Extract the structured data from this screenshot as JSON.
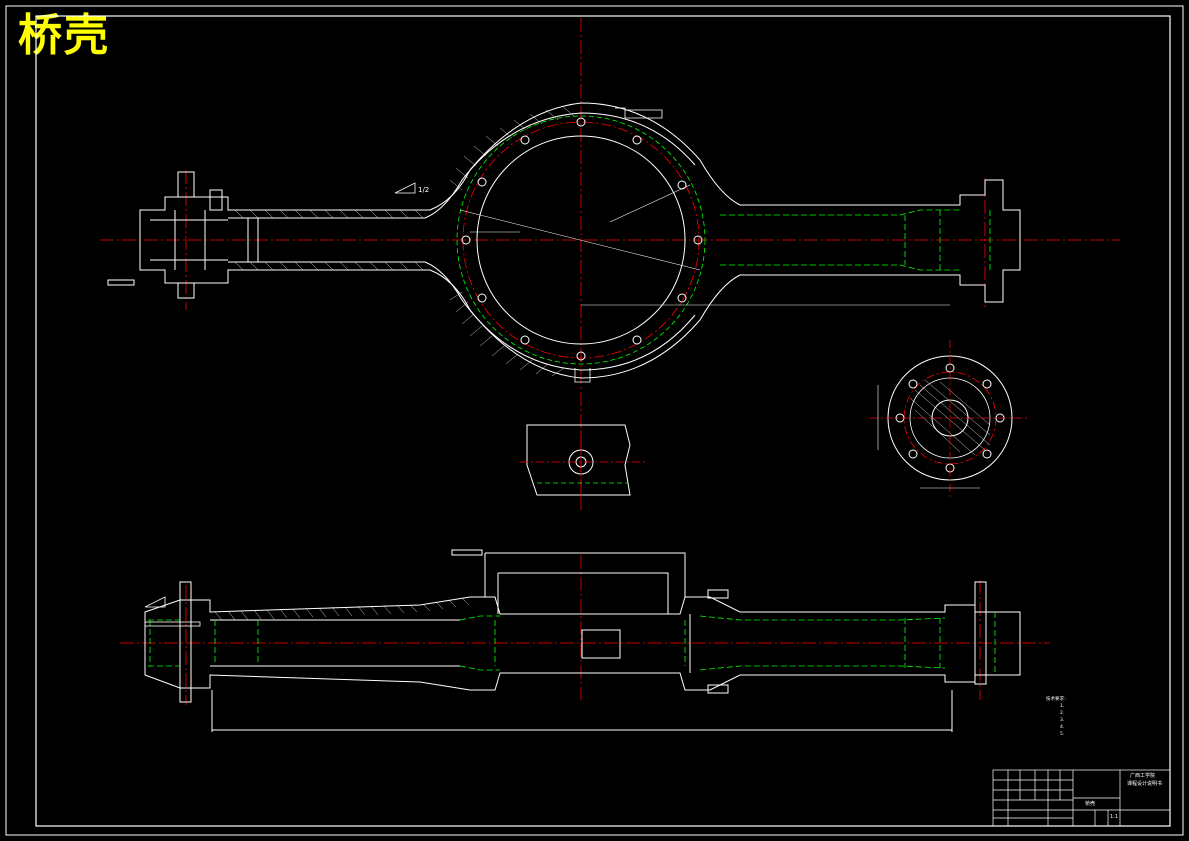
{
  "drawing": {
    "title": "桥壳",
    "slope_label": "1/2",
    "colors": {
      "background": "#000000",
      "outline": "#ffffff",
      "centerline": "#ff0000",
      "hidden": "#00ff00",
      "title": "#ffff00"
    }
  },
  "title_block": {
    "org_line1": "广西工学院",
    "org_line2": "课程设计说明书",
    "part_name": "桥壳",
    "scale": "1:1"
  },
  "notes": {
    "heading": "技术要求：",
    "items": [
      "1.",
      "2.",
      "3.",
      "4.",
      "5."
    ]
  }
}
